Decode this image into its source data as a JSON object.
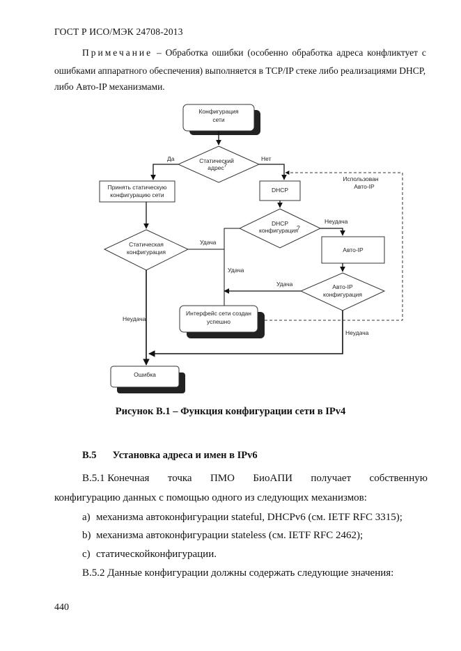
{
  "header": {
    "title": "ГОСТ Р ИСО/МЭК 24708-2013"
  },
  "note": {
    "label": "Примечание",
    "line1_words": [
      "–",
      "Обработка",
      "ошибки",
      "(особенно",
      "обработка",
      "адреса",
      "конфликтует",
      "с"
    ],
    "line2": "ошибками аппаратного обеспечения) выполняется в TCP/IP стеке либо реализациями DHCP,",
    "line3": "либо Авто-IP механизмами."
  },
  "diagram": {
    "start": [
      "Конфигурация",
      "сети"
    ],
    "static_decision": "Статический",
    "static_decision_2": "адрес",
    "static_sup": "?",
    "yes": "Да",
    "no": "Нет",
    "accept_static": [
      "Принять статическую",
      "конфигурацию сети"
    ],
    "dhcp": "DHCP",
    "auto_ip_used": [
      "Использован",
      "Авто-IP"
    ],
    "dhcp_decision": [
      "DHCP",
      "конфигурация"
    ],
    "dhcp_sup": "?",
    "failure_1": "Неудача",
    "static_config_decision": [
      "Статическая",
      "конфигурация"
    ],
    "success_1": "Удача",
    "auto_ip": "Авто-IP",
    "success_2": "Удача",
    "success_3": "Удача",
    "auto_ip_decision": [
      "Авто-IP",
      "конфигурация"
    ],
    "interface_created": [
      "Интерфейс сети создан",
      "успешно"
    ],
    "failure_2": "Неудача",
    "failure_3": "Неудача",
    "error": "Ошибка"
  },
  "caption": "Рисунок В.1 – Функция конфигурации сети в IPv4",
  "section": {
    "number": "В.5",
    "title": "Установка адреса и имен в IPv6"
  },
  "para1": {
    "line1_words": [
      "В.5.1 Конечная",
      "точка",
      "ПМО",
      "БиоАПИ",
      "получает",
      "собственную"
    ],
    "line2": "конфигурацию данных с помощью одного из следующих механизмов:"
  },
  "list": [
    {
      "marker": "а)",
      "text": "механизма автоконфигурации stateful, DHCPv6 (см. IETF RFC 3315);"
    },
    {
      "marker": "b)",
      "text": "механизма автоконфигурации stateless (см. IETF RFC 2462);"
    },
    {
      "marker": "с)",
      "text": "статическойконфигурации."
    }
  ],
  "para2": "В.5.2 Данные конфигурации должны содержать следующие значения:",
  "page_number": "440"
}
